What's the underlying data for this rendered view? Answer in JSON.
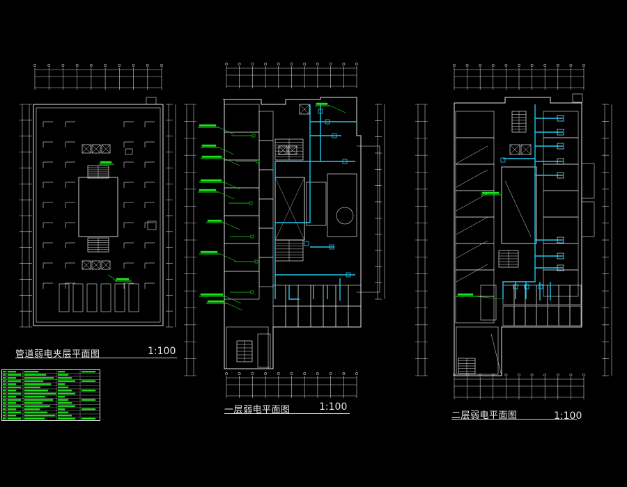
{
  "colors": {
    "background": "#000000",
    "lines": "#e6e6e6",
    "dims": "#cfcfcf",
    "cable": "#22c7ee",
    "labels": "#19e619"
  },
  "plans": [
    {
      "title": "管道弱电夹层平面图",
      "scale": "1:100"
    },
    {
      "title": "一层弱电平面图",
      "scale": "1:100"
    },
    {
      "title": "二层弱电平面图",
      "scale": "1:100"
    }
  ]
}
